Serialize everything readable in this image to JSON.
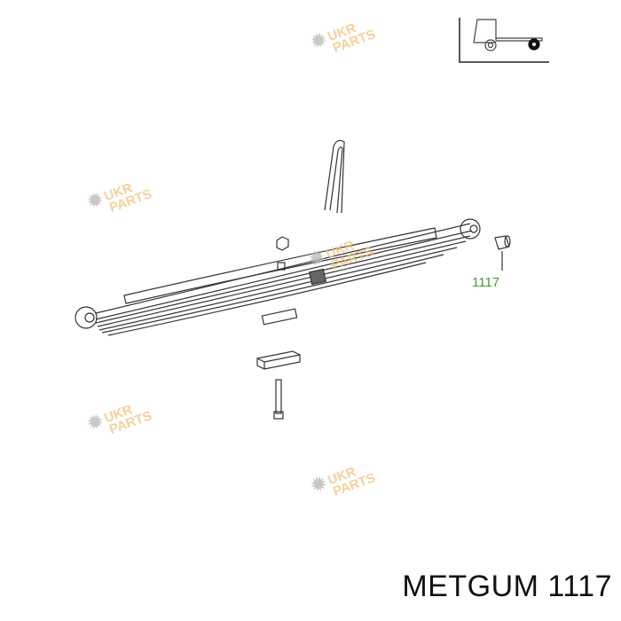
{
  "diagram": {
    "part_callout": "1117",
    "caption": "METGUM 1117",
    "watermark": {
      "line1": "UKR",
      "line2": "PARTS",
      "color": "#f1c27a"
    },
    "callout_color": "#4a9a3a",
    "vehicle_icon": "truck-chassis-rear-axle-icon"
  }
}
